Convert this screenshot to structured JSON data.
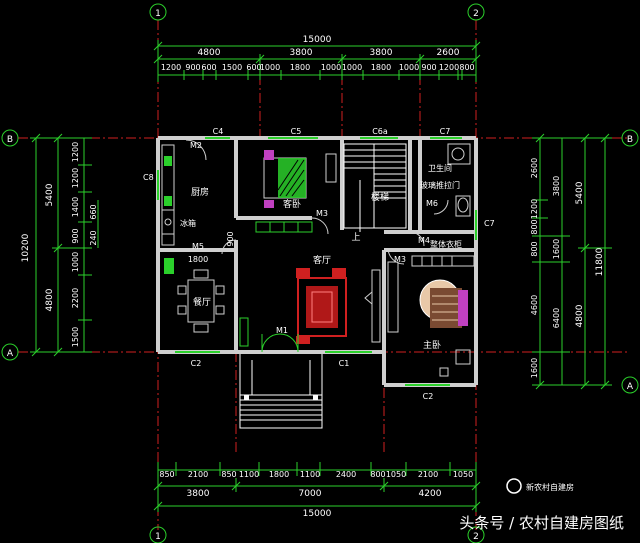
{
  "grid_labels": {
    "top_left": "1",
    "top_right": "2",
    "left_top": "B",
    "left_bottom": "A",
    "right_top": "B",
    "right_bottom": "A",
    "bottom_left": "1",
    "bottom_right": "2"
  },
  "top_dims": {
    "overall": "15000",
    "row2": [
      "4800",
      "3800",
      "3800",
      "2600"
    ],
    "row3": [
      "1200",
      "900",
      "600",
      "1500",
      "600",
      "1000",
      "1800",
      "1000",
      "1000",
      "1800",
      "1000",
      "900",
      "1200",
      "800"
    ]
  },
  "bottom_dims": {
    "row1": [
      "850",
      "2100",
      "850",
      "1100",
      "1800",
      "1100",
      "2400",
      "800",
      "1050",
      "2100",
      "1050"
    ],
    "row2": [
      "3800",
      "7000",
      "4200"
    ],
    "overall": "15000"
  },
  "left_dims": {
    "inner": [
      "1200",
      "1200",
      "1400",
      "900",
      "1000",
      "2200",
      "1500"
    ],
    "mid": [
      "5400",
      "4800"
    ],
    "overall": "10200",
    "small": [
      "660",
      "240"
    ]
  },
  "right_dims": {
    "inner": [
      "2600",
      "1200",
      "800",
      "800",
      "1600",
      "4600",
      "1600"
    ],
    "mid": [
      "3800",
      "1600",
      "6400"
    ],
    "outer": [
      "5400",
      "4800"
    ],
    "overall": "11800"
  },
  "rooms": {
    "kitchen": "厨房",
    "guest_bed": "客卧",
    "stairs": "楼梯",
    "bathroom": "卫生间",
    "living": "客厅",
    "dining": "餐厅",
    "master_bed": "主卧",
    "up": "上",
    "wardrobe": "整体衣柜",
    "fridge": "冰箱",
    "glass_door": "玻璃推拉门"
  },
  "tags": {
    "c4": "C4",
    "c5": "C5",
    "c6a": "C6a",
    "c7": "C7",
    "c7b": "C7",
    "c8": "C8",
    "c2_left": "C2",
    "c1": "C1",
    "c2_right": "C2",
    "m1": "M1",
    "m2": "M2",
    "m3a": "M3",
    "m3b": "M3",
    "m4": "M4",
    "m5": "M5",
    "m6": "M6",
    "d1800": "1800",
    "d900": "900"
  },
  "watermark": {
    "brand": "新农村自建房",
    "source": "头条号 / 农村自建房图纸"
  }
}
